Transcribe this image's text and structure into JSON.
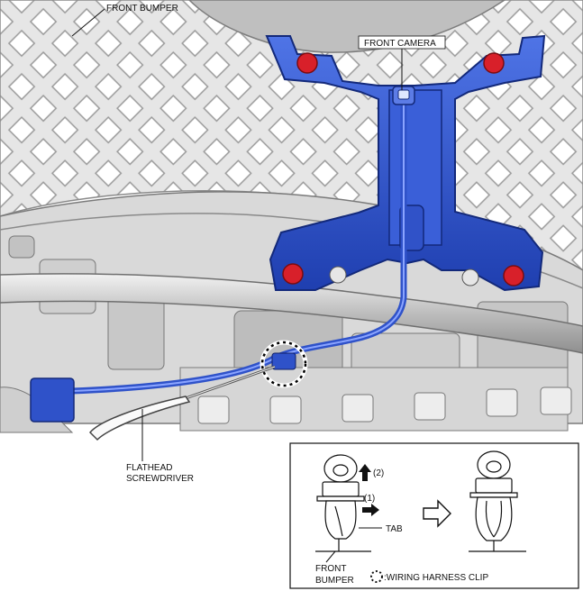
{
  "labels": {
    "front_bumper_top": "FRONT BUMPER",
    "front_camera": "FRONT CAMERA",
    "flathead_screwdriver_line1": "FLATHEAD",
    "flathead_screwdriver_line2": "SCREWDRIVER"
  },
  "inset": {
    "step_2": "(2)",
    "step_1": "(1)",
    "tab": "TAB",
    "front_bumper_line1": "FRONT",
    "front_bumper_line2": "BUMPER",
    "legend": ":WIRING HARNESS CLIP"
  },
  "colors": {
    "bracket_blue": "#2f52c9",
    "camera_red": "#d8202a",
    "grille_gray": "#c9c9c9"
  }
}
